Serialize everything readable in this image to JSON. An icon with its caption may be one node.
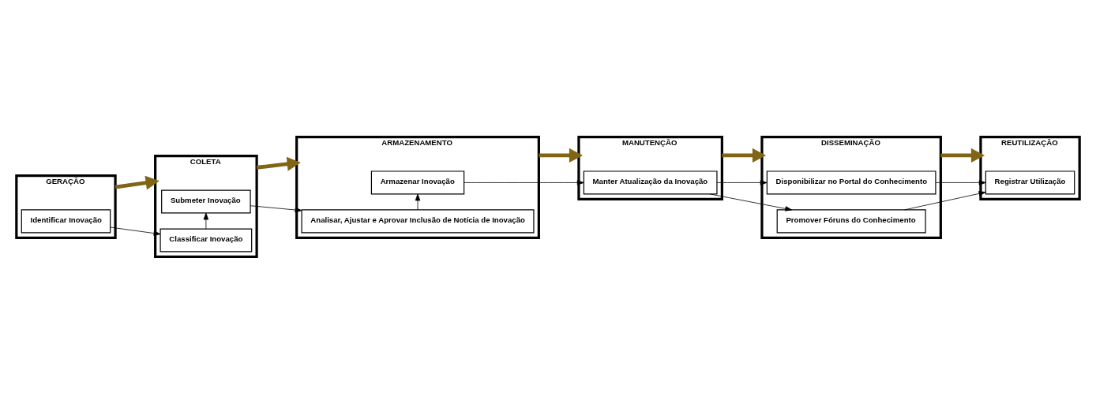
{
  "diagram": {
    "nodes": [
      {
        "text": [
          "GERAÇÃO"
        ]
      },
      {
        "text": [
          "COLETA"
        ]
      },
      {
        "text": [
          "ARMAZENAMENTO"
        ]
      },
      {
        "text": [
          "MANUTENÇÃO"
        ]
      },
      {
        "text": [
          "DISSEMINAÇÃO"
        ]
      },
      {
        "text": [
          "REUTILIZAÇÃO"
        ]
      },
      {
        "text": [
          "Identificar Inovação"
        ],
        "in": 0
      },
      {
        "text": [
          "Classificar Inovação"
        ],
        "in": 1
      },
      {
        "text": [
          "Submeter Inovação"
        ],
        "in": 1
      },
      {
        "text": [
          "Analisar, Ajustar e Aprovar Inclusão de Notícia de Inovação"
        ],
        "in": 2
      },
      {
        "text": [
          "Armazenar Inovação"
        ],
        "in": 2
      },
      {
        "text": [
          "Manter Atualização da Inovação"
        ],
        "in": 3
      },
      {
        "text": [
          "Disponibilizar no Portal do Conhecimento"
        ],
        "in": 4
      },
      {
        "text": [
          "Promover Fóruns do Conhecimento"
        ],
        "in": 4
      },
      {
        "text": [
          "Registrar Utilização"
        ],
        "in": 5
      }
    ],
    "edges": [
      {
        "from": 0,
        "to": 1,
        "arrow": "to",
        "style": "thick",
        "color": "#7f6514"
      },
      {
        "from": 1,
        "to": 2,
        "arrow": "to",
        "style": "thick",
        "color": "#7f6514"
      },
      {
        "from": 2,
        "to": 3,
        "arrow": "to",
        "style": "thick",
        "color": "#7f6514"
      },
      {
        "from": 3,
        "to": 4,
        "arrow": "to",
        "style": "thick",
        "color": "#7f6514"
      },
      {
        "from": 4,
        "to": 5,
        "arrow": "to",
        "style": "thick",
        "color": "#7f6514"
      },
      {
        "from": 6,
        "to": 7,
        "arrow": "to"
      },
      {
        "from": 7,
        "to": 8,
        "arrow": "to"
      },
      {
        "from": 8,
        "to": 9,
        "arrow": "to"
      },
      {
        "from": 9,
        "to": 10,
        "arrow": "to"
      },
      {
        "from": 10,
        "to": 11,
        "arrow": "to"
      },
      {
        "from": 11,
        "to": 12,
        "arrow": "to"
      },
      {
        "from": 11,
        "to": 13,
        "arrow": "to"
      },
      {
        "from": 12,
        "to": 14,
        "arrow": "to"
      },
      {
        "from": 13,
        "to": 14,
        "arrow": "to"
      }
    ]
  }
}
